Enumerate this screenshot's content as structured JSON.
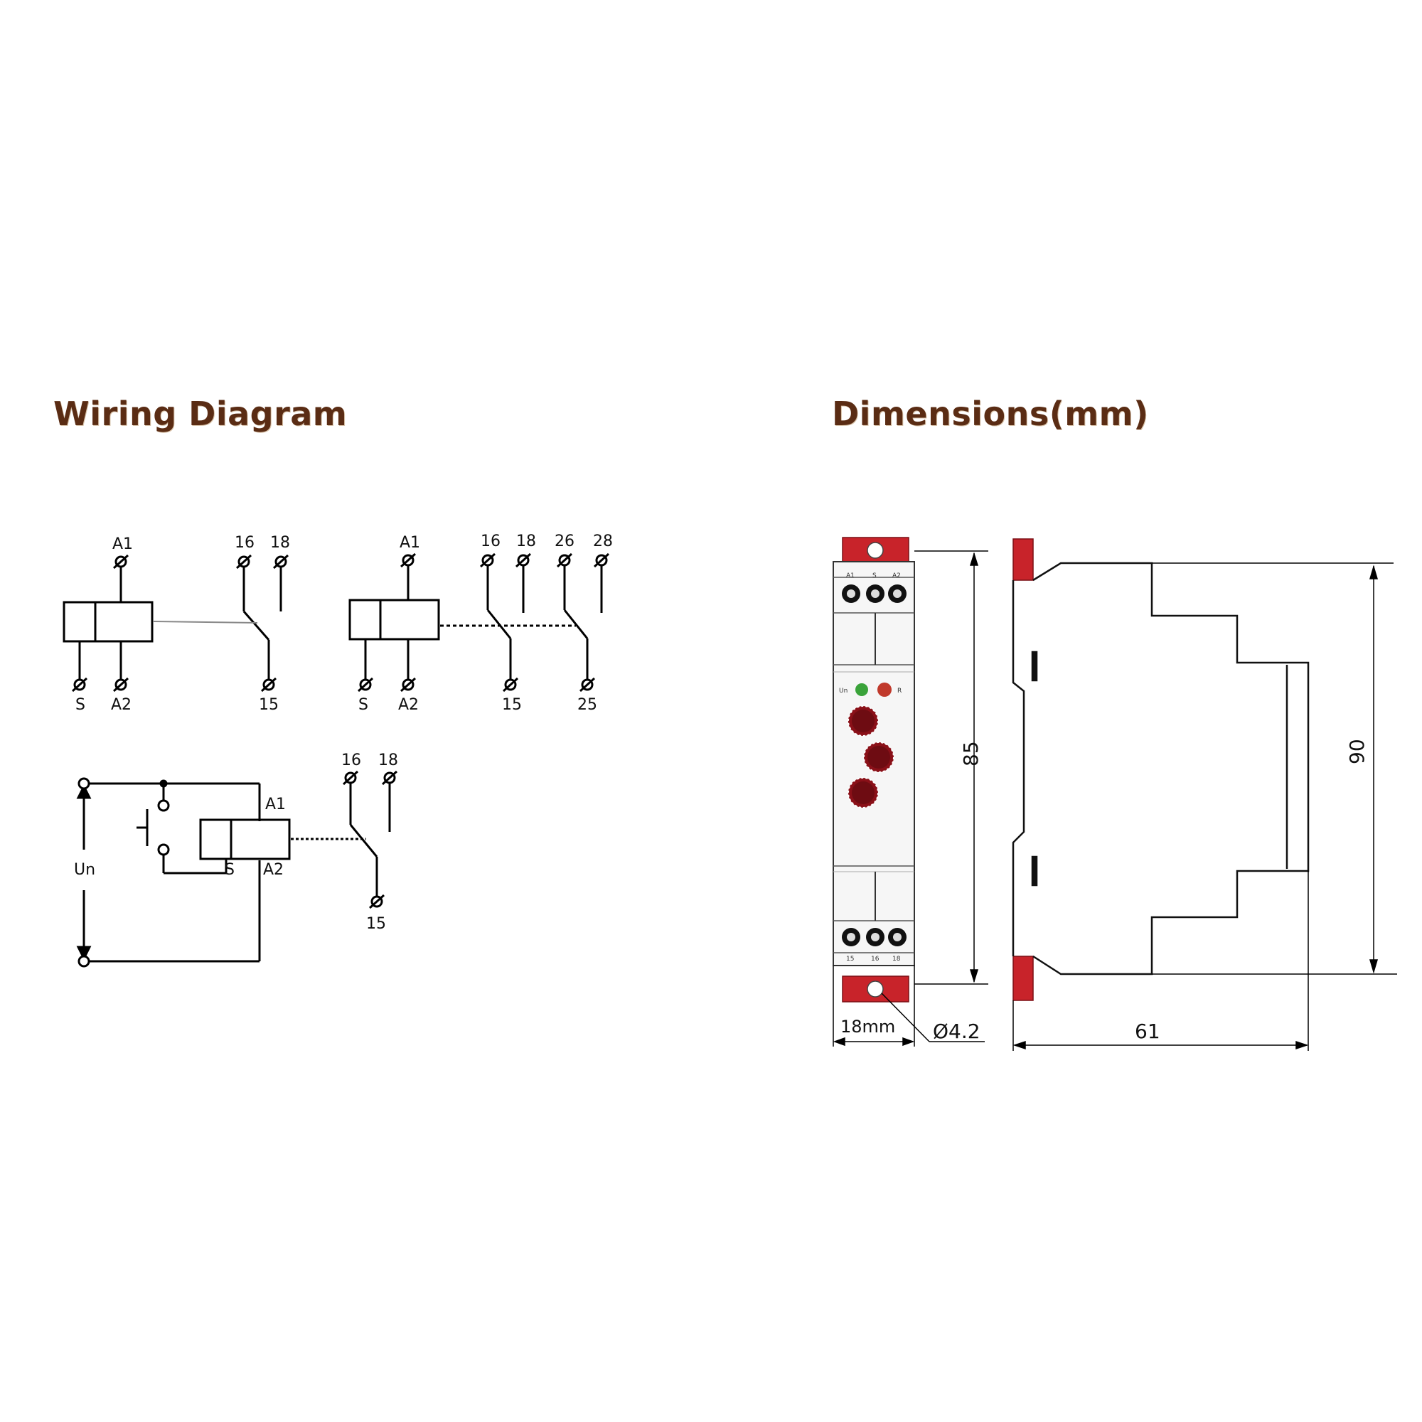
{
  "headings": {
    "wiring": "Wiring Diagram",
    "dimensions": "Dimensions(mm)"
  },
  "diagram1": {
    "a1": "A1",
    "s": "S",
    "a2": "A2",
    "t16": "16",
    "t18": "18",
    "t15": "15"
  },
  "diagram2": {
    "a1": "A1",
    "s": "S",
    "a2": "A2",
    "t16": "16",
    "t18": "18",
    "t26": "26",
    "t28": "28",
    "t15": "15",
    "t25": "25"
  },
  "diagram3": {
    "un": "Un",
    "a1": "A1",
    "s": "S",
    "a2": "A2",
    "t16": "16",
    "t18": "18",
    "t15": "15"
  },
  "dimensions": {
    "width": "18mm",
    "hole": "Ø4.2",
    "front_height": "85",
    "side_height": "90",
    "depth": "61"
  },
  "colors": {
    "heading": "#5a2c14",
    "relay_red": "#c8232a",
    "knob_red": "#8a1018",
    "led_green": "#3aa33a",
    "led_red": "#c0392b"
  },
  "icons": [
    "relay-coil-icon",
    "switch-contact-icon",
    "terminal-screw-icon",
    "pushbutton-icon",
    "knob-icon",
    "led-icon"
  ]
}
